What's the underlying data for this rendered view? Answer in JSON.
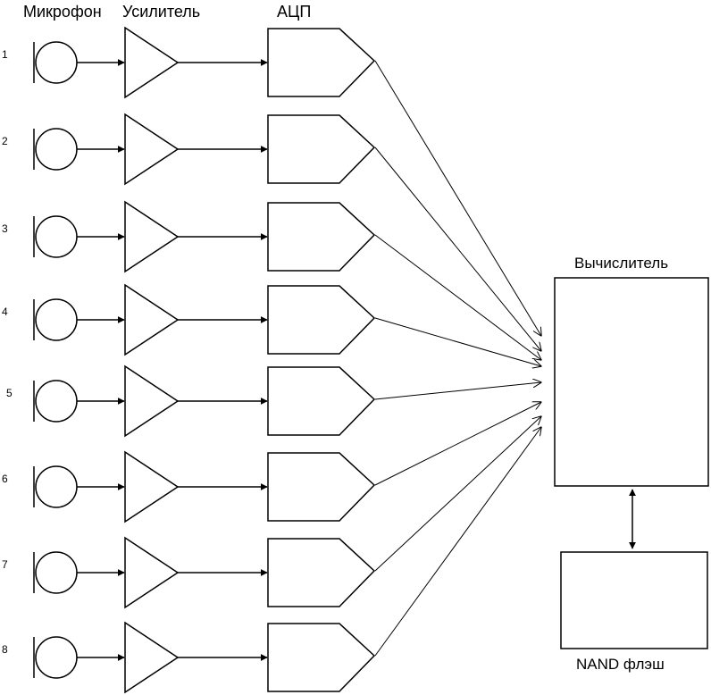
{
  "headers": {
    "microphone": "Микрофон",
    "amplifier": "Усилитель",
    "adc": "АЦП"
  },
  "channels": [
    "1",
    "2",
    "3",
    "4",
    "5",
    "6",
    "7",
    "8"
  ],
  "computer": {
    "label": "Вычислитель"
  },
  "flash": {
    "label": "NAND флэш"
  },
  "colors": {
    "stroke": "#000000",
    "background": "#ffffff"
  }
}
